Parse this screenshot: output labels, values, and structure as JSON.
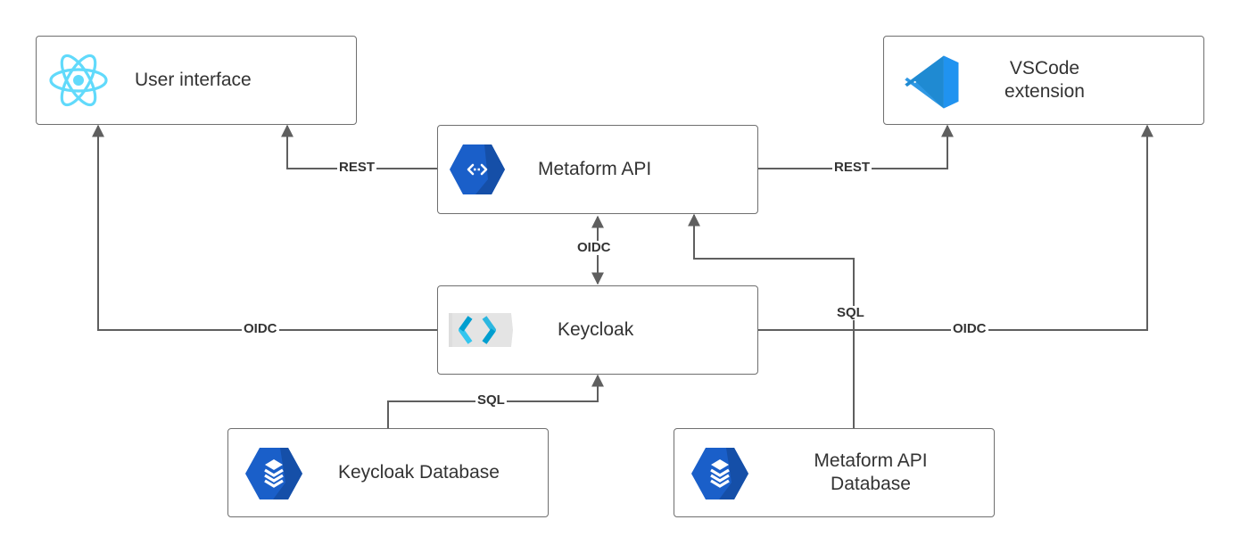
{
  "nodes": {
    "ui": {
      "title": "User interface",
      "icon": "react-icon"
    },
    "vscode": {
      "title_lines": [
        "VSCode",
        "extension"
      ],
      "icon": "vscode-icon"
    },
    "api": {
      "title": "Metaform API",
      "icon": "api-gateway-icon"
    },
    "keycloak": {
      "title": "Keycloak",
      "icon": "keycloak-icon"
    },
    "kcdb": {
      "title": "Keycloak Database",
      "icon": "database-icon"
    },
    "apidb": {
      "title_lines": [
        "Metaform API",
        "Database"
      ],
      "icon": "database-icon"
    }
  },
  "edges": {
    "api_ui": "REST",
    "api_vscode": "REST",
    "api_keycloak": "OIDC",
    "keycloak_ui": "OIDC",
    "keycloak_vscode": "OIDC",
    "kcdb_keycloak": "SQL",
    "apidb_api": "SQL"
  },
  "colors": {
    "line": "#5f5f5f",
    "react": "#61dafb",
    "vscode_blue": "#1f8ad2",
    "gcp_blue": "#1a5fc9",
    "keycloak_cyan": "#33c6ef"
  }
}
